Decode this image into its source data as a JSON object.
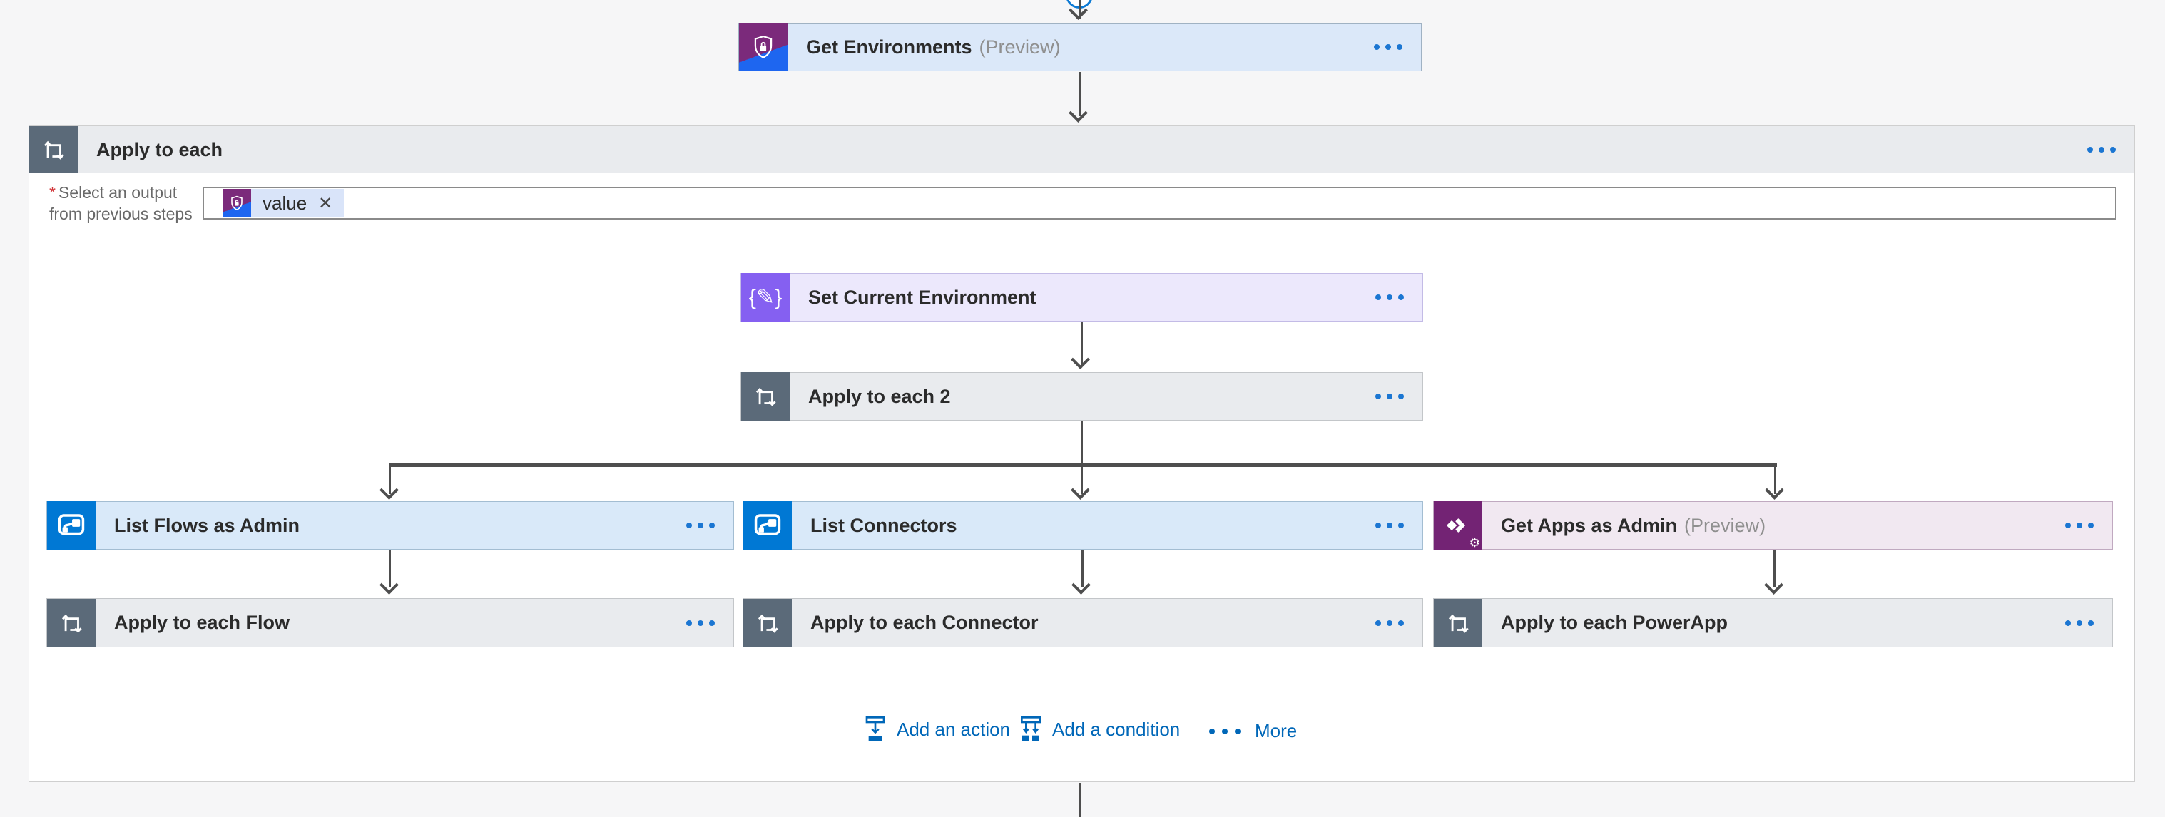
{
  "nodes": {
    "get_environments": {
      "title": "Get Environments",
      "badge": "(Preview)"
    },
    "apply_to_each": {
      "title": "Apply to each",
      "required_marker": "*",
      "param_label_line1": "Select an output",
      "param_label_line2": "from previous steps",
      "token": {
        "label": "value",
        "remove_glyph": "✕"
      }
    },
    "set_current_environment": {
      "title": "Set Current Environment",
      "icon_glyph": "{✎}"
    },
    "apply_to_each_2": {
      "title": "Apply to each 2"
    },
    "list_flows_as_admin": {
      "title": "List Flows as Admin"
    },
    "list_connectors": {
      "title": "List Connectors"
    },
    "get_apps_as_admin": {
      "title": "Get Apps as Admin",
      "badge": "(Preview)",
      "gear_glyph": "⚙"
    },
    "apply_to_each_flow": {
      "title": "Apply to each Flow"
    },
    "apply_to_each_connector": {
      "title": "Apply to each Connector"
    },
    "apply_to_each_powerapp": {
      "title": "Apply to each PowerApp"
    }
  },
  "footer": {
    "add_action": "Add an action",
    "add_condition": "Add a condition",
    "more": "More"
  },
  "colors": {
    "canvas_background": "#f6f6f7",
    "connector_line": "#4e4e4e",
    "control_icon": "#5b6a79",
    "control_background": "#e9ebee",
    "flow_icon": "#0078d4",
    "flow_background": "#d9e9f9",
    "powerapps_icon": "#732374",
    "powerapps_background": "#f1e8f1",
    "variables_icon": "#8560f1",
    "variables_background": "#ece8fc",
    "admin_icon_purple": "#7b2a7b",
    "admin_icon_blue": "#1e66f0",
    "admin_background": "#dbe8f9",
    "menu_dots": "#1b76d2",
    "link_blue": "#0067b8"
  }
}
